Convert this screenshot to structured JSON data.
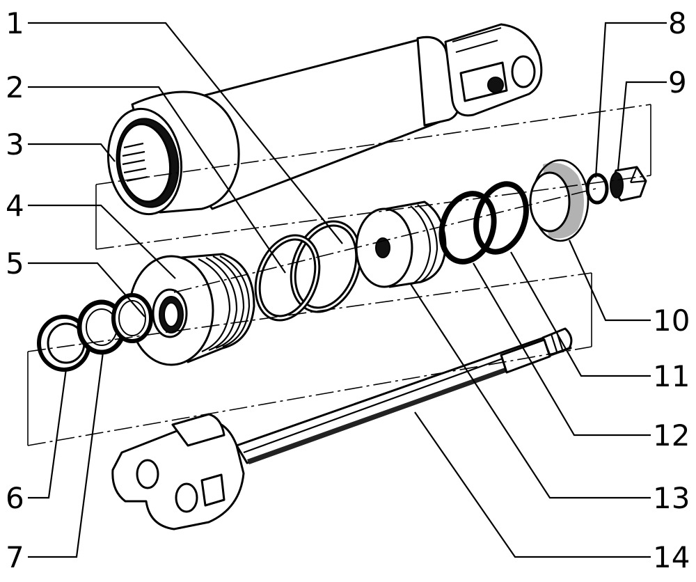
{
  "diagram": {
    "type": "exploded-view",
    "callouts": [
      {
        "id": 1,
        "label": "1"
      },
      {
        "id": 2,
        "label": "2"
      },
      {
        "id": 3,
        "label": "3"
      },
      {
        "id": 4,
        "label": "4"
      },
      {
        "id": 5,
        "label": "5"
      },
      {
        "id": 6,
        "label": "6"
      },
      {
        "id": 7,
        "label": "7"
      },
      {
        "id": 8,
        "label": "8"
      },
      {
        "id": 9,
        "label": "9"
      },
      {
        "id": 10,
        "label": "10"
      },
      {
        "id": 11,
        "label": "11"
      },
      {
        "id": 12,
        "label": "12"
      },
      {
        "id": 13,
        "label": "13"
      },
      {
        "id": 14,
        "label": "14"
      }
    ],
    "colors": {
      "line": "#000000",
      "background": "#ffffff"
    }
  }
}
